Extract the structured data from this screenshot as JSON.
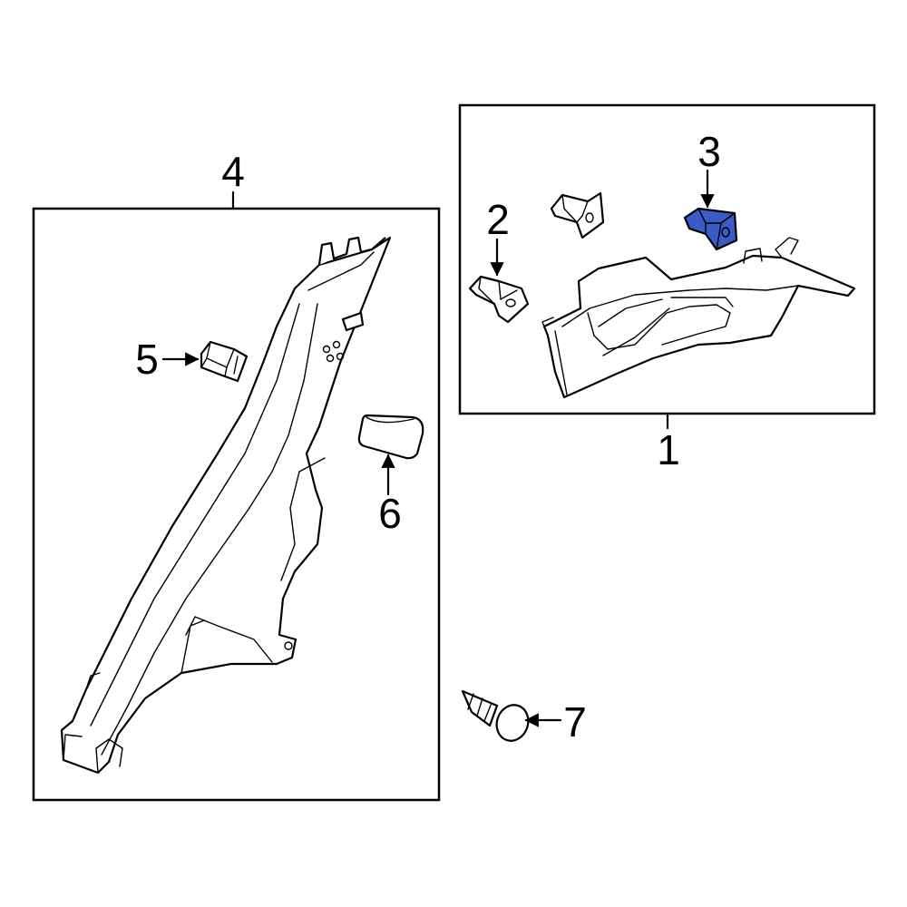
{
  "diagram": {
    "callouts": {
      "c1": "1",
      "c2": "2",
      "c3": "3",
      "c4": "4",
      "c5": "5",
      "c6": "6",
      "c7": "7"
    },
    "highlight_color": "#3b5bc8",
    "line_color": "#000000",
    "background_color": "#ffffff"
  }
}
